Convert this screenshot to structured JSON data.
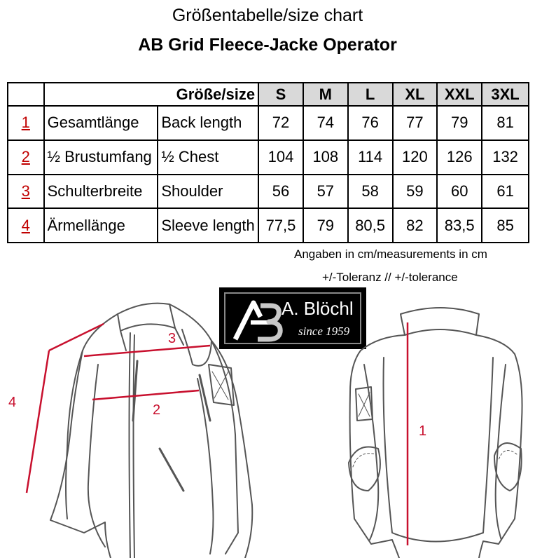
{
  "header": {
    "title": "Größentabelle/size chart",
    "product": "AB Grid Fleece-Jacke Operator"
  },
  "table": {
    "size_header_label": "Größe/size",
    "sizes": [
      "S",
      "M",
      "L",
      "XL",
      "XXL",
      "3XL"
    ],
    "rows": [
      {
        "num": "1",
        "de": "Gesamtlänge",
        "en": "Back length",
        "values": [
          "72",
          "74",
          "76",
          "77",
          "79",
          "81"
        ]
      },
      {
        "num": "2",
        "de": "½ Brustumfang",
        "en": "½ Chest",
        "values": [
          "104",
          "108",
          "114",
          "120",
          "126",
          "132"
        ]
      },
      {
        "num": "3",
        "de": "Schulterbreite",
        "en": "Shoulder",
        "values": [
          "56",
          "57",
          "58",
          "59",
          "60",
          "61"
        ]
      },
      {
        "num": "4",
        "de": "Ärmellänge",
        "en": "Sleeve length",
        "values": [
          "77,5",
          "79",
          "80,5",
          "82",
          "83,5",
          "85"
        ]
      }
    ]
  },
  "notes": {
    "units": "Angaben in cm/measurements in cm",
    "tolerance": "+/-Toleranz // +/-tolerance"
  },
  "logo": {
    "name": "A. Blöchl",
    "since": "since 1959"
  },
  "diagram": {
    "labels": {
      "back_length": "1",
      "chest": "2",
      "shoulder": "3",
      "sleeve": "4"
    },
    "measure_color": "#c8102e",
    "line_color": "#555555"
  }
}
